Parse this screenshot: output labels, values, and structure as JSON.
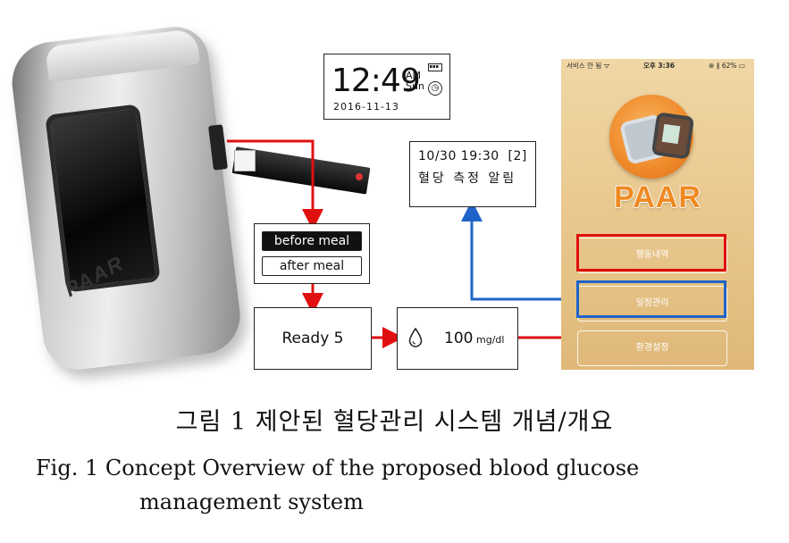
{
  "device": {
    "logo": "PAAR"
  },
  "clock_screen": {
    "time": "12:49",
    "ampm": "AM",
    "day": "Sun",
    "date": "2016-11-13"
  },
  "alarm_screen": {
    "line1": "10/30 19:30  [2]",
    "line2": "혈당 측정 알림"
  },
  "meal_select": {
    "before": "before meal",
    "after": "after meal"
  },
  "ready_screen": {
    "text": "Ready 5"
  },
  "result_screen": {
    "value": "100",
    "unit": "mg/dl"
  },
  "phone": {
    "status": {
      "carrier": "서비스 안 됨 ᯤ",
      "time": "오후 3:36",
      "battery": "⊕ ∦ 62% ▭"
    },
    "app_name": "PAAR",
    "menu": [
      "행동내역",
      "일정관리",
      "환경설정"
    ]
  },
  "colors": {
    "arrow_red": "#e01010",
    "arrow_blue": "#1f63c8",
    "app_orange": "#ef8a22"
  },
  "caption": {
    "korean": "그림 1 제안된 혈당관리 시스템 개념/개요",
    "english_line1": "Fig. 1 Concept Overview of the proposed blood glucose",
    "english_line2": "management system"
  }
}
